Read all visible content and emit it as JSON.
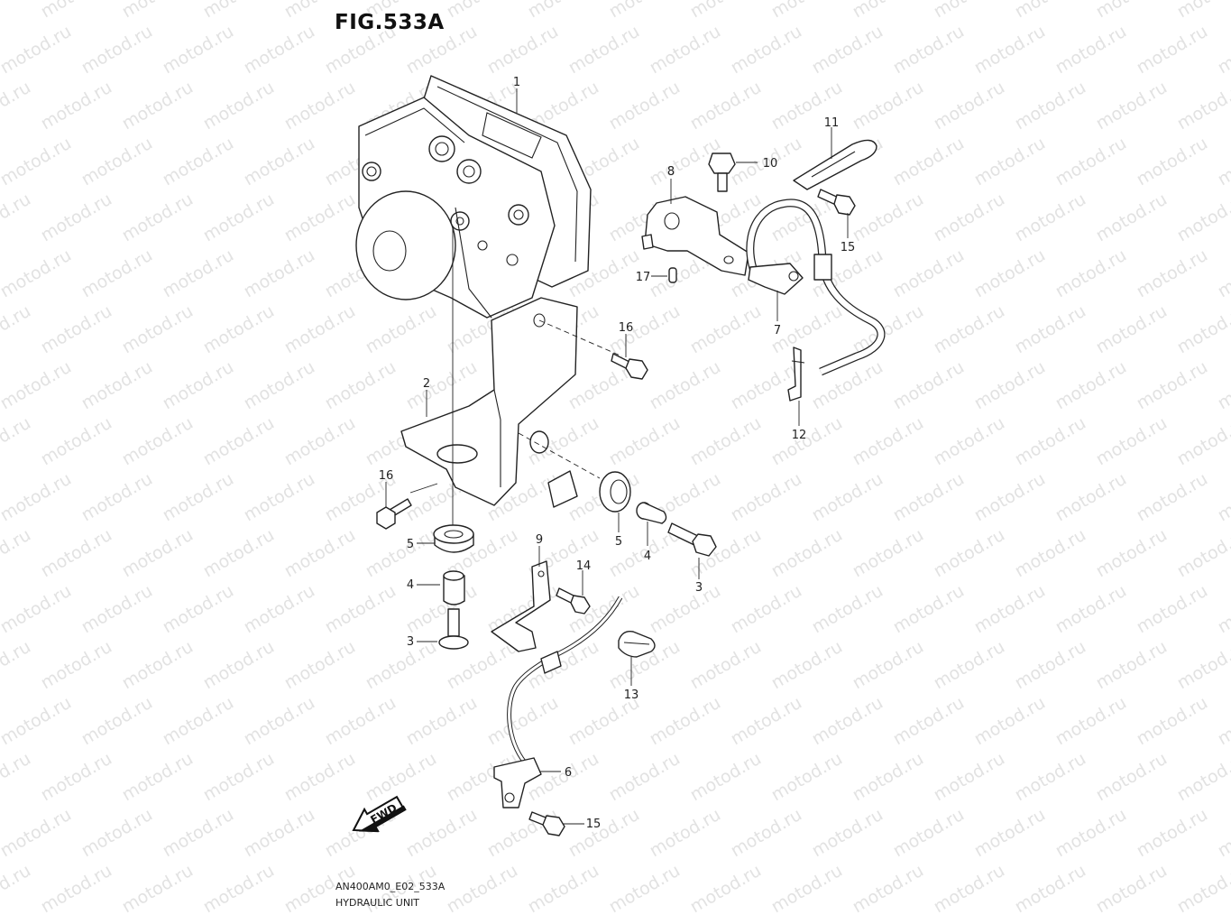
{
  "figure": {
    "title": "FIG.533A",
    "code": "AN400AM0_E02_533A",
    "caption": "HYDRAULIC UNIT",
    "watermark_text": "motod.ru"
  },
  "fwd_arrow": {
    "label": "FWD"
  },
  "callouts": [
    {
      "id": "c1",
      "label": "1"
    },
    {
      "id": "c2",
      "label": "2"
    },
    {
      "id": "c3a",
      "label": "3"
    },
    {
      "id": "c3b",
      "label": "3"
    },
    {
      "id": "c4a",
      "label": "4"
    },
    {
      "id": "c4b",
      "label": "4"
    },
    {
      "id": "c5a",
      "label": "5"
    },
    {
      "id": "c5b",
      "label": "5"
    },
    {
      "id": "c6",
      "label": "6"
    },
    {
      "id": "c7",
      "label": "7"
    },
    {
      "id": "c8",
      "label": "8"
    },
    {
      "id": "c9",
      "label": "9"
    },
    {
      "id": "c10",
      "label": "10"
    },
    {
      "id": "c11",
      "label": "11"
    },
    {
      "id": "c12",
      "label": "12"
    },
    {
      "id": "c13",
      "label": "13"
    },
    {
      "id": "c14",
      "label": "14"
    },
    {
      "id": "c15a",
      "label": "15"
    },
    {
      "id": "c15b",
      "label": "15"
    },
    {
      "id": "c16a",
      "label": "16"
    },
    {
      "id": "c16b",
      "label": "16"
    },
    {
      "id": "c17",
      "label": "17"
    }
  ]
}
